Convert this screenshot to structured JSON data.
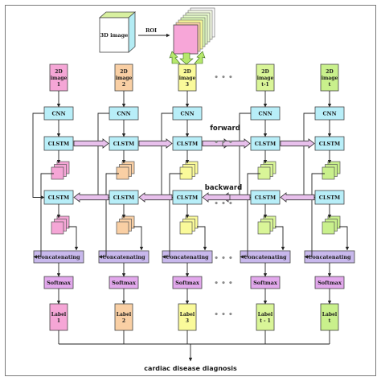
{
  "top": {
    "image3d": "3D image",
    "roi": "ROI"
  },
  "columns": [
    {
      "image": [
        "2D",
        "image",
        "1"
      ],
      "label": [
        "Label",
        "1"
      ],
      "color": "#f5a6d6"
    },
    {
      "image": [
        "2D",
        "image",
        "2"
      ],
      "label": [
        "Label",
        "2"
      ],
      "color": "#f9cfa4"
    },
    {
      "image": [
        "2D",
        "image",
        "3"
      ],
      "label": [
        "Label",
        "3"
      ],
      "color": "#fafa9a"
    },
    {
      "image": [
        "2D",
        "image",
        "t-1"
      ],
      "label": [
        "Label",
        "t - 1"
      ],
      "color": "#d9f598"
    },
    {
      "image": [
        "2D",
        "image",
        "t"
      ],
      "label": [
        "Label",
        "t"
      ],
      "color": "#c9f08c"
    }
  ],
  "modules": {
    "cnn": "CNN",
    "clstm": "CLSTM",
    "concat": "Concatenating",
    "softmax": "Softmax"
  },
  "directions": {
    "forward": "forward",
    "backward": "backward"
  },
  "ellipsis": "• • •",
  "output": "cardiac disease diagnosis",
  "colors": {
    "cnn_fill": "#b8eef8",
    "concat_fill": "#c8b8ec",
    "softmax_fill": "#e2a8ec",
    "cube_front": "#f7a6d8",
    "cube_top": "#d8f0a0",
    "cube_side": "#b4ecf4",
    "border": "#7a7a7a",
    "arrow_fill": "#e8c0ec",
    "green_arrow": "#b6e86c"
  }
}
